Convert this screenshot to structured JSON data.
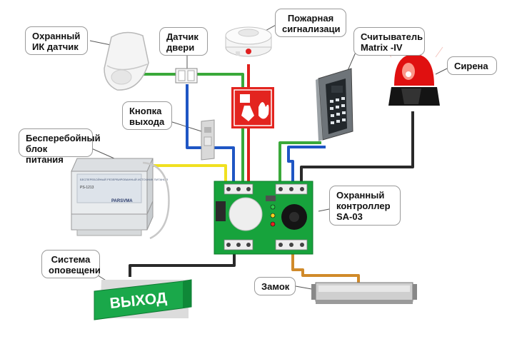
{
  "labels": {
    "ik_sensor": "Охранный\nИК датчик",
    "door_sensor": "Датчик\nдвери",
    "fire_alarm": "Пожарная\nсигнализаци",
    "reader": "Считыватель\nMatrix -IV",
    "siren": "Сирена",
    "exit_button": "Кнопка\nвыхода",
    "ups": "Бесперебойный\nблок питания",
    "controller": "Охранный\nконтроллер\nSA-03",
    "notification": "Система\nоповещени",
    "lock": "Замок"
  },
  "device_text": {
    "exit_sign": "ВЫХОД",
    "ups_model": "PS-1213",
    "ups_brand": "PARSVMA",
    "ups_title": "БЕСПЕРЕБОЙНЫЙ РЕЗЕРВИРОВАННЫЙ ИСТОЧНИК ПИТАНИЯ"
  },
  "colors": {
    "wire_green": "#3aa93a",
    "wire_blue": "#1f56c4",
    "wire_red": "#e0201c",
    "wire_yellow": "#f0e020",
    "wire_black": "#2a2a2a",
    "wire_orange": "#d08a2a",
    "board_green": "#17a33c",
    "exit_sign_green": "#1aa84a",
    "fire_sign_red": "#e3241f",
    "siren_red": "#e01010"
  }
}
